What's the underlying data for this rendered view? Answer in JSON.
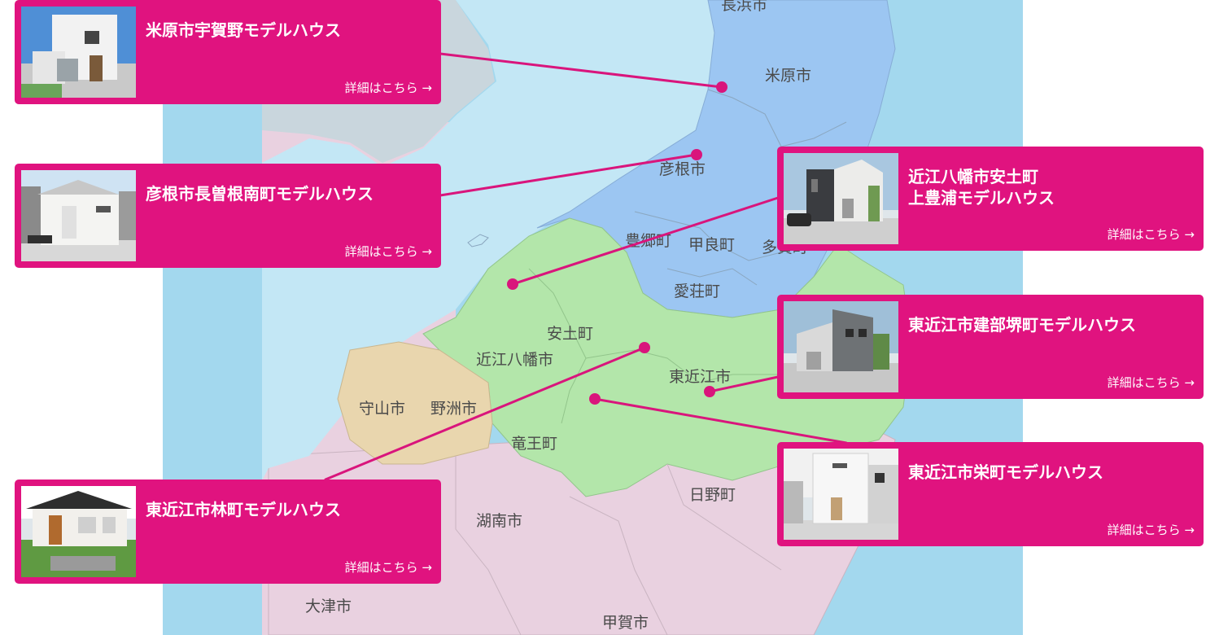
{
  "regions": [
    {
      "id": "nagahama",
      "label": "長浜市"
    },
    {
      "id": "maibara",
      "label": "米原市"
    },
    {
      "id": "hikone",
      "label": "彦根市"
    },
    {
      "id": "toyosato",
      "label": "豊郷町"
    },
    {
      "id": "koura",
      "label": "甲良町"
    },
    {
      "id": "taga",
      "label": "多賀町"
    },
    {
      "id": "aisho",
      "label": "愛荘町"
    },
    {
      "id": "azuchi",
      "label": "安土町"
    },
    {
      "id": "omihachiman",
      "label": "近江八幡市"
    },
    {
      "id": "higashiomi",
      "label": "東近江市"
    },
    {
      "id": "moriyama",
      "label": "守山市"
    },
    {
      "id": "yasu",
      "label": "野洲市"
    },
    {
      "id": "ryuo",
      "label": "竜王町"
    },
    {
      "id": "hino",
      "label": "日野町"
    },
    {
      "id": "konan",
      "label": "湖南市"
    },
    {
      "id": "otsu",
      "label": "大津市"
    },
    {
      "id": "koka",
      "label": "甲賀市"
    }
  ],
  "model_houses": [
    {
      "id": "maibara-ugano",
      "title_lines": [
        "米原市宇賀野モデルハウス"
      ],
      "link_text": "詳細はこちら →",
      "photo": "house-photo-white-two-story"
    },
    {
      "id": "hikone-nagasonenan",
      "title_lines": [
        "彦根市長曽根南町モデルハウス"
      ],
      "link_text": "詳細はこちら →",
      "photo": "house-photo-white-with-gate"
    },
    {
      "id": "omihachiman-azuchi-kamitoyoura",
      "title_lines": [
        "近江八幡市安土町",
        "上豊浦モデルハウス"
      ],
      "link_text": "詳細はこちら →",
      "photo": "house-photo-dark-and-white-cube"
    },
    {
      "id": "higashiomi-takebesakai",
      "title_lines": [
        "東近江市建部堺町モデルハウス"
      ],
      "link_text": "詳細はこちら →",
      "photo": "house-photo-gray-cube"
    },
    {
      "id": "higashiomi-sakae",
      "title_lines": [
        "東近江市栄町モデルハウス"
      ],
      "link_text": "詳細はこちら →",
      "photo": "house-photo-white-box"
    },
    {
      "id": "higashiomi-hayashi",
      "title_lines": [
        "東近江市林町モデルハウス"
      ],
      "link_text": "詳細はこちら →",
      "photo": "house-photo-bungalow"
    }
  ],
  "colors": {
    "accent": "#e0137f",
    "sea": "#a3d8ee",
    "lake": "#c3e7f5",
    "north_region": "#9cc6f2",
    "central_region": "#b3e6aa",
    "west_region": "#e9d6ae",
    "south_region": "#e9d1e0",
    "northwest_region": "#c9d6dd"
  }
}
